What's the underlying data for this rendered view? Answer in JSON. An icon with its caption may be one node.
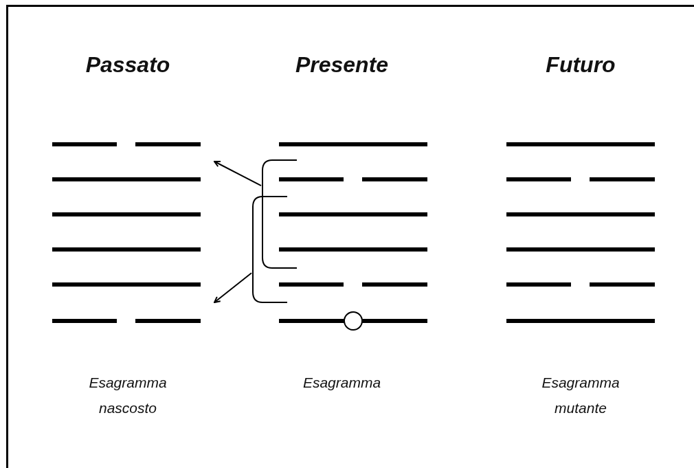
{
  "diagram": {
    "nodes": [
      {
        "text": [
          "Passato",
          "Esagramma nascosto"
        ]
      },
      {
        "text": [
          "Presente",
          "Esagramma"
        ]
      },
      {
        "text": [
          "Futuro",
          "Esagramma mutante"
        ]
      },
      {
        "text": [],
        "shape": "bracket"
      },
      {
        "text": [],
        "shape": "bracket"
      }
    ],
    "edges": [
      {
        "from": 3,
        "to": 0,
        "arrow": "to"
      },
      {
        "from": 4,
        "to": 0,
        "arrow": "to"
      }
    ]
  }
}
